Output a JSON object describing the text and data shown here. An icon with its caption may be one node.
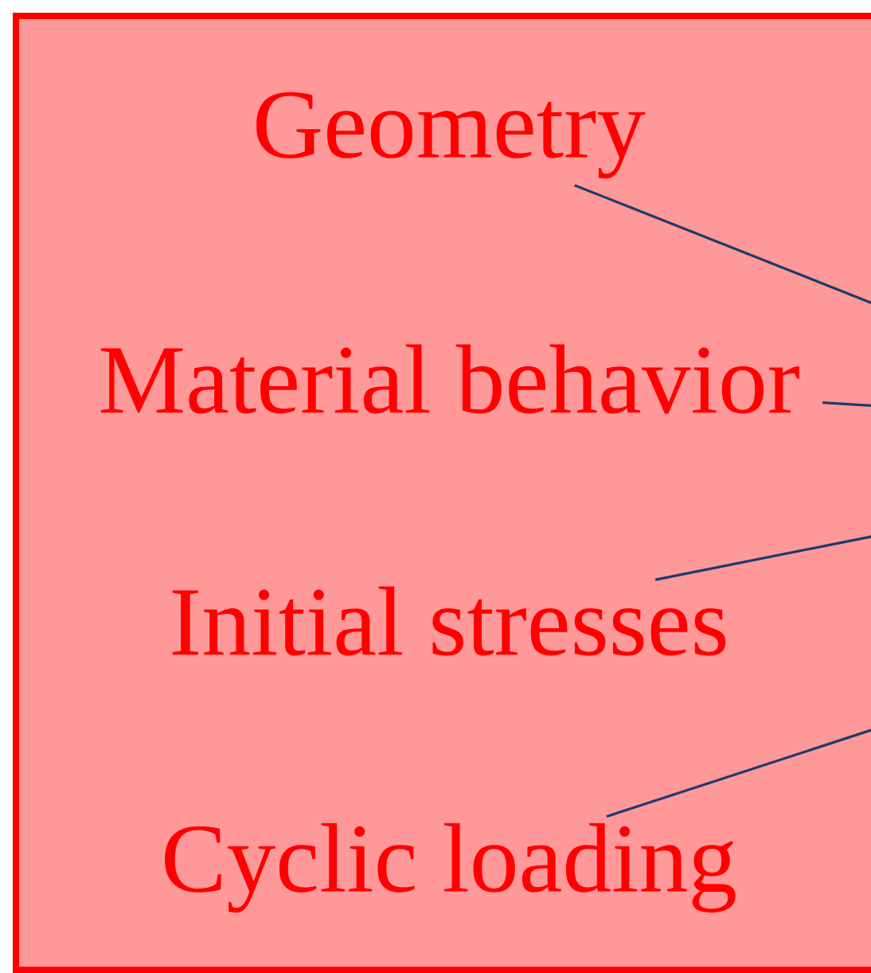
{
  "diagram": {
    "nodes": [
      {
        "text": [
          "Geometry"
        ]
      },
      {
        "text": [
          "Material behavior"
        ]
      },
      {
        "text": [
          "Initial stresses"
        ]
      },
      {
        "text": [
          "Cyclic loading"
        ]
      }
    ],
    "edges": [
      {
        "from": 0,
        "to": null,
        "arrow": "none"
      },
      {
        "from": 1,
        "to": null,
        "arrow": "none"
      },
      {
        "from": 2,
        "to": null,
        "arrow": "none"
      },
      {
        "from": 3,
        "to": null,
        "arrow": "none"
      }
    ]
  }
}
